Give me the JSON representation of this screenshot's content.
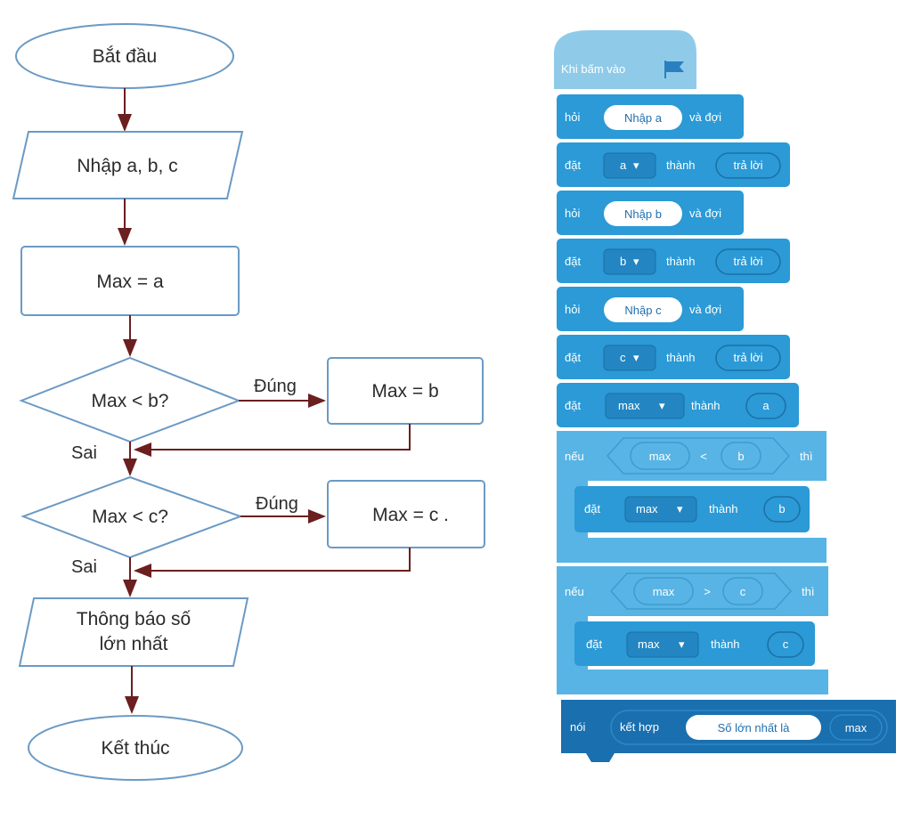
{
  "flowchart": {
    "start": "Bắt đầu",
    "input": "Nhập a, b, c",
    "init": "Max = a",
    "cond_b": "Max < b?",
    "assign_b": "Max = b",
    "cond_c": "Max < c?",
    "assign_c": "Max = c .",
    "output_line1": "Thông báo số",
    "output_line2": "lớn nhất",
    "end": "Kết thúc",
    "yes_label_1": "Đúng",
    "no_label_1": "Sai",
    "yes_label_2": "Đúng",
    "no_label_2": "Sai"
  },
  "scratch": {
    "hat_label": "Khi bấm vào",
    "flag_icon": "green-flag-icon",
    "ask1_word": "hỏi",
    "ask1_value": "Nhập a",
    "ask1_wait": "và đợi",
    "set1_word": "đặt",
    "set1_var": "a",
    "set1_to": "thành",
    "set1_value": "trả lời",
    "ask2_word": "hỏi",
    "ask2_value": "Nhập b",
    "ask2_wait": "và đợi",
    "set2_word": "đặt",
    "set2_var": "b",
    "set2_to": "thành",
    "set2_value": "trả lời",
    "ask3_word": "hỏi",
    "ask3_value": "Nhập c",
    "ask3_wait": "và đợi",
    "set3_word": "đặt",
    "set3_var": "c",
    "set3_to": "thành",
    "set3_value": "trả lời",
    "set4_word": "đặt",
    "set4_var": "max",
    "set4_to": "thành",
    "set4_value": "a",
    "if1_word": "nếu",
    "if1_left": "max",
    "if1_op": "<",
    "if1_right": "b",
    "if1_then": "thì",
    "if1_set_word": "đặt",
    "if1_set_var": "max",
    "if1_set_to": "thành",
    "if1_set_value": "b",
    "if2_word": "nếu",
    "if2_left": "max",
    "if2_op": ">",
    "if2_right": "c",
    "if2_then": "thì",
    "if2_set_word": "đặt",
    "if2_set_var": "max",
    "if2_set_to": "thành",
    "if2_set_value": "c",
    "say_word": "nói",
    "join_word": "kết hợp",
    "join_text": "Số lớn nhất là",
    "join_var": "max"
  },
  "colors": {
    "flowchart_stroke": "#6b9ac4",
    "flowchart_fill": "#ffffff",
    "arrow": "#6b1f1f",
    "sensing_blue": "#2b9ad6",
    "control_light": "#58b4e4",
    "looks_dark": "#1a6fae",
    "hat_light": "#8fcbe9"
  }
}
